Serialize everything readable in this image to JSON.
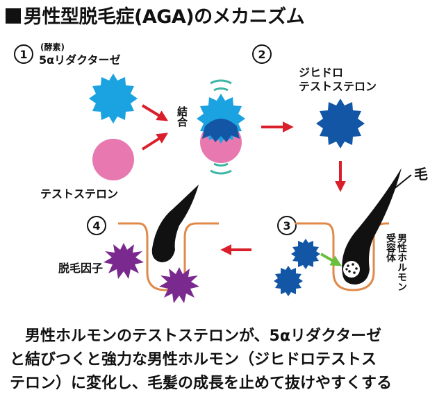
{
  "title": "男性型脱毛症(AGA)のメカニズム",
  "diagram": {
    "step1": "①",
    "step2": "②",
    "step3": "③",
    "step4": "④",
    "enzyme_note": "(酵素)",
    "enzyme": "5αリダクターゼ",
    "testosterone": "テストステロン",
    "bind_label": "結合",
    "dht_line1": "ジヒドロ",
    "dht_line2": "テストステロン",
    "hair_label": "毛",
    "receptor_label_col1": "受容体",
    "receptor_label_col2": "男性ホルモン",
    "hair_loss_factor": "脱毛因子"
  },
  "colors": {
    "enzyme": "#1aa3e0",
    "testosterone": "#e879b0",
    "dht": "#1456a6",
    "arrow": "#d81f2a",
    "skin": "#e08a4a",
    "factor": "#7a2a8e",
    "bind_waves": "#3fb5a6",
    "receptor_arrow": "#6abf3c"
  },
  "caption": {
    "line1": "男性ホルモンのテストステロンが、5αリダクターゼ",
    "line2": "と結びつくと強力な男性ホルモン（ジヒドロテストス",
    "line3": "テロン）に変化し、毛髪の成長を止めて抜けやすくする"
  }
}
